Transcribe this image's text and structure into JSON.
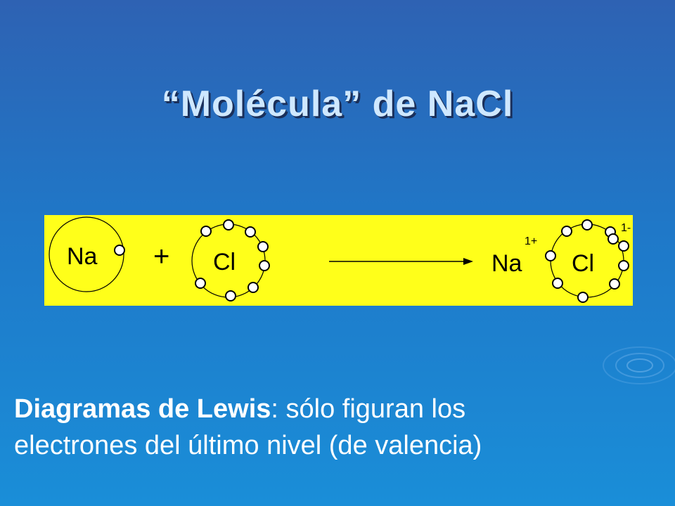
{
  "slide": {
    "title": "“Molécula” de   NaCl",
    "caption": {
      "term": "Diagramas de Lewis",
      "rest_line1": ": sólo figuran los",
      "line2": "electrones del último nivel (de valencia)"
    }
  },
  "diagram": {
    "reactant_1": "Na",
    "plus_sign": "+",
    "reactant_2": "Cl",
    "product_cation": "Na",
    "product_anion": "Cl",
    "cation_charge": "1+",
    "anion_charge": "1-"
  },
  "colors": {
    "background_top": "#2e62b3",
    "background_bottom": "#1a8ed8",
    "panel": "#ffff1a",
    "title": "#cfe8ff"
  }
}
